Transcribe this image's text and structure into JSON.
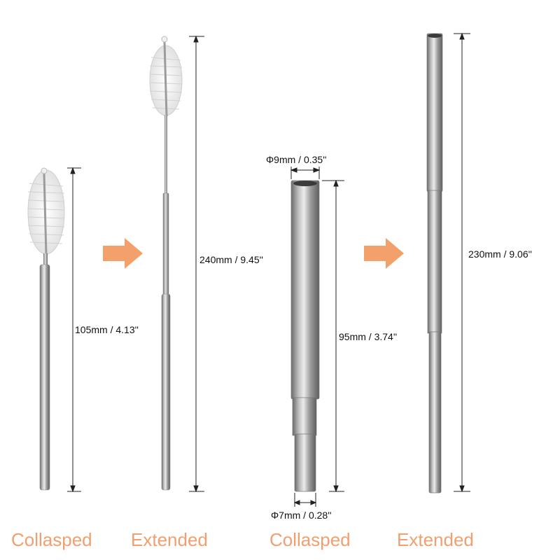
{
  "product": {
    "items": [
      {
        "name": "brush-straw",
        "state_label": "Collasped",
        "length_label": "105mm / 4.13''"
      },
      {
        "name": "brush-straw",
        "state_label": "Extended",
        "length_label": "240mm / 9.45''"
      },
      {
        "name": "telescopic-straw",
        "state_label": "Collasped",
        "length_label": "95mm / 3.74''",
        "top_diameter_label": "Φ9mm / 0.35''",
        "bottom_diameter_label": "Φ7mm / 0.28''"
      },
      {
        "name": "telescopic-straw",
        "state_label": "Extended",
        "length_label": "230mm / 9.06''"
      }
    ]
  },
  "colors": {
    "caption": "#f0a070",
    "arrow": "#f3a06a",
    "metal_dark": "#6e6e6e",
    "metal_light": "#e6e6e6",
    "bristle": "#f4f4f4",
    "dimension_line": "#222222"
  },
  "icons": [
    "right-arrow-icon",
    "right-arrow-icon"
  ]
}
